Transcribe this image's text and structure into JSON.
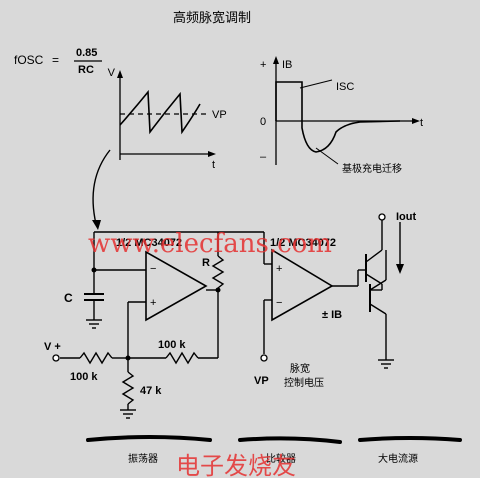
{
  "title": "高频脉宽调制",
  "formula": {
    "lhs": "fOSC",
    "eq": "=",
    "numerator": "0.85",
    "denominator": "RC"
  },
  "waveform_left": {
    "y_axis": "V",
    "x_axis": "t",
    "ref_label": "VP"
  },
  "waveform_right": {
    "y_axis": "IB",
    "x_axis": "t",
    "isc_label": "ISC",
    "plus": "+",
    "zero": "0",
    "minus": "–",
    "annotation": "基极充电迁移"
  },
  "components": {
    "opamp1": "1/2 MC34072",
    "opamp2": "1/2 MC34072",
    "capacitor": "C",
    "resistor_r": "R",
    "vplus": "V +",
    "r_input": "100 k",
    "r_feedback": "100 k",
    "r_ground": "47 k",
    "pm_ib": "± IB",
    "vp_input": "VP",
    "vp_caption_line1": "脉宽",
    "vp_caption_line2": "控制电压",
    "iout": "Iout",
    "opamp_plus": "+",
    "opamp_minus": "−"
  },
  "sections": {
    "oscillator": "振荡器",
    "comparator": "比较器",
    "current_source": "大电流源"
  },
  "watermark": "www.elecfans.com",
  "watermark_cn": "电子发烧友"
}
